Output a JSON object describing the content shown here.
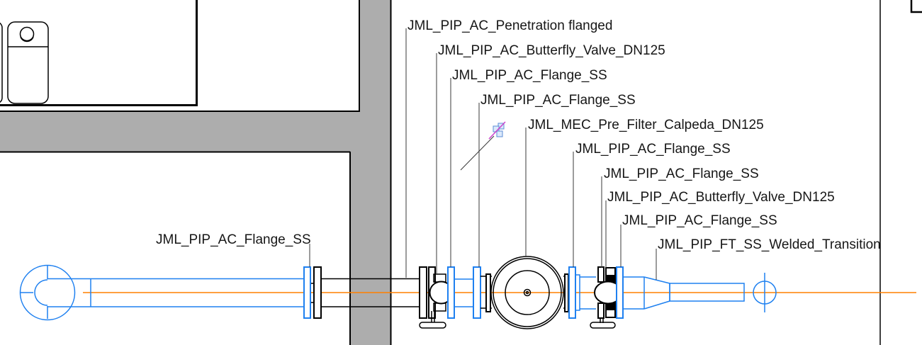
{
  "view": {
    "type": "cad-piping-plan-view",
    "background": "#ffffff"
  },
  "colors": {
    "pipe_blue": "#1e80f0",
    "centerline_orange": "#ff8000",
    "wall_gray": "#adadad",
    "leader_gray": "#3a3a3a",
    "symbol_magenta": "#cc44cc",
    "text_black": "#161616"
  },
  "symbols": {
    "component_symbol": "3d-cubes-with-slash-icon"
  },
  "annotations": {
    "labels": [
      {
        "text": "JML_PIP_AC_Penetration flanged"
      },
      {
        "text": "JML_PIP_AC_Butterfly_Valve_DN125"
      },
      {
        "text": "JML_PIP_AC_Flange_SS"
      },
      {
        "text": "JML_PIP_AC_Flange_SS"
      },
      {
        "text": "JML_MEC_Pre_Filter_Calpeda_DN125"
      },
      {
        "text": "JML_PIP_AC_Flange_SS"
      },
      {
        "text": "JML_PIP_AC_Flange_SS"
      },
      {
        "text": "JML_PIP_AC_Butterfly_Valve_DN125"
      },
      {
        "text": "JML_PIP_AC_Flange_SS"
      },
      {
        "text": "JML_PIP_FT_SS_Welded_Transition"
      },
      {
        "text": "JML_PIP_AC_Flange_SS"
      }
    ]
  }
}
